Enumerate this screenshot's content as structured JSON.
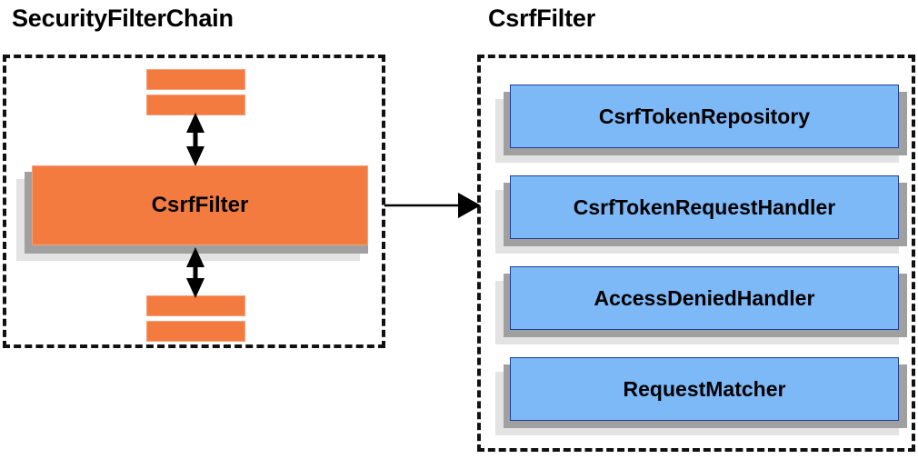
{
  "diagram": {
    "title_left": "SecurityFilterChain",
    "title_right": "CsrfFilter",
    "left_panel": {
      "label": "SecurityFilterChain",
      "main_box": {
        "label": "CsrfFilter",
        "fill_color": "#f47b3f",
        "border_color": "#f7a07a"
      },
      "filter_bars_top": [
        "",
        ""
      ],
      "filter_bars_bottom": [
        "",
        ""
      ],
      "bar_fill_color": "#f47b3f"
    },
    "right_panel": {
      "label": "CsrfFilter",
      "collaborators": [
        {
          "label": "CsrfTokenRepository"
        },
        {
          "label": "CsrfTokenRequestHandler"
        },
        {
          "label": "AccessDeniedHandler"
        },
        {
          "label": "RequestMatcher"
        }
      ],
      "box_fill_color": "#7db8f7",
      "box_border_color": "#1f3f96"
    },
    "connectors": {
      "vertical_top": "double-headed-arrow",
      "vertical_bottom": "double-headed-arrow",
      "horizontal": "single-headed-arrow"
    },
    "colors": {
      "orange_fill": "#f47b3f",
      "orange_border": "#f7a07a",
      "blue_fill": "#7db8f7",
      "blue_border": "#1f3f96",
      "shadow_near": "#a0a0a0",
      "shadow_far": "#e3e3e3",
      "frame_border": "#111111",
      "text": "#000000",
      "background": "#ffffff"
    }
  }
}
